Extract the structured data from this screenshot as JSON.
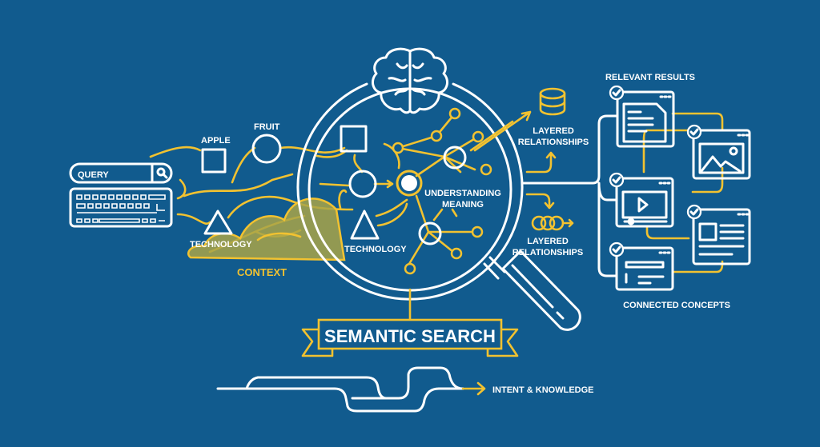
{
  "title": "SEMANTIC SEARCH",
  "query": {
    "label": "QUERY",
    "icon": "search-icon"
  },
  "concepts": {
    "apple": "APPLE",
    "fruit": "FRUIT",
    "technology_left": "TECHNOLOGY",
    "technology_center": "TECHNOLOGY"
  },
  "context_label": "CONTEXT",
  "understanding": {
    "line1": "UNDERSTANDING",
    "line2": "MEANING"
  },
  "layered_top": {
    "line1": "LAYERED",
    "line2": "RELATIONSHIPS",
    "icon": "database-icon"
  },
  "layered_bottom": {
    "line1": "LAYERED",
    "line2": "RELATIONSHIPS",
    "icon": "rings-icon"
  },
  "results": {
    "title": "RELEVANT RESULTS",
    "footer": "CONNECTED CONCEPTS",
    "cards": [
      "document-icon",
      "image-icon",
      "video-icon",
      "article-icon",
      "form-icon"
    ]
  },
  "intent_label": "INTENT & KNOWLEDGE",
  "colors": {
    "background": "#115b8e",
    "accent": "#f2c230",
    "line": "#ffffff"
  }
}
